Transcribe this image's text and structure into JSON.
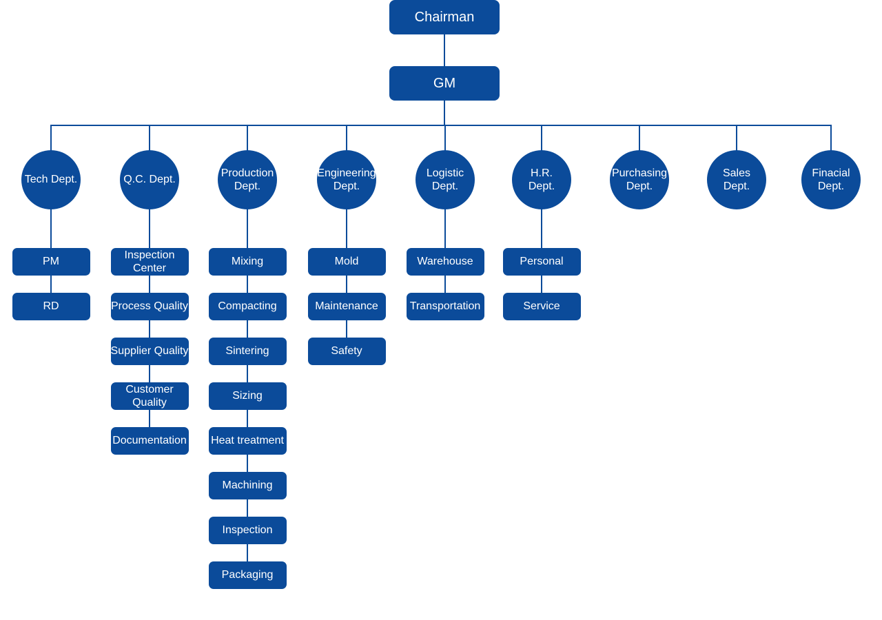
{
  "colors": {
    "node_fill": "#0b4b9a",
    "connector": "#0b4b9a",
    "text": "#ffffff"
  },
  "chairman": {
    "label": "Chairman"
  },
  "gm": {
    "label": "GM"
  },
  "departments": [
    {
      "label": "Tech Dept.",
      "units": [
        "PM",
        "RD"
      ]
    },
    {
      "label": "Q.C. Dept.",
      "units": [
        "Inspection Center",
        "Process Quality",
        "Supplier Quality",
        "Customer Quality",
        "Documentation"
      ]
    },
    {
      "label": "Production\nDept.",
      "units": [
        "Mixing",
        "Compacting",
        "Sintering",
        "Sizing",
        "Heat treatment",
        "Machining",
        "Inspection",
        "Packaging"
      ]
    },
    {
      "label": "Engineering\nDept.",
      "units": [
        "Mold",
        "Maintenance",
        "Safety"
      ]
    },
    {
      "label": "Logistic\nDept.",
      "units": [
        "Warehouse",
        "Transportation"
      ]
    },
    {
      "label": "H.R.\nDept.",
      "units": [
        "Personal",
        "Service"
      ]
    },
    {
      "label": "Purchasing\nDept.",
      "units": []
    },
    {
      "label": "Sales\nDept.",
      "units": []
    },
    {
      "label": "Finacial\nDept.",
      "units": []
    }
  ]
}
